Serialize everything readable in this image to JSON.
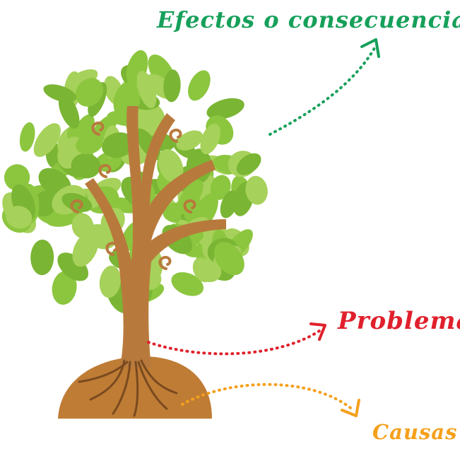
{
  "labels": {
    "effects": "Efectos o consecuencias",
    "problem": "Problema",
    "causes": "Causas"
  },
  "colors": {
    "effects": "#16a05a",
    "problem": "#e0202c",
    "causes": "#f5a01c",
    "trunk": "#b87a3c",
    "trunk_dark": "#8c5a2b",
    "soil": "#bf7c35",
    "leaf_light": "#a6d15a",
    "leaf_mid": "#8cc63f",
    "leaf_dark": "#7ab534"
  },
  "icons": {
    "tree": "tree-icon",
    "arrow": "dotted-arrow-icon"
  }
}
